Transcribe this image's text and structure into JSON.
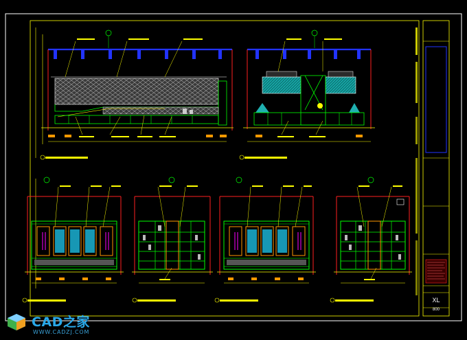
{
  "drawing": {
    "title_block_code_line1": "XL",
    "title_block_code_line2": "800"
  },
  "watermark": {
    "brand": "CAD之家",
    "url": "WWW.CADZJ.COM"
  },
  "colors": {
    "background": "#000000",
    "frame": "#ffffff",
    "border": "#ffff00",
    "blue_line": "#2233ff",
    "green": "#00ff00",
    "cyan": "#00ffff",
    "red": "#ff2020",
    "magenta": "#ff00ff",
    "orange": "#ff9900",
    "hatch": "#8a8a8a"
  }
}
